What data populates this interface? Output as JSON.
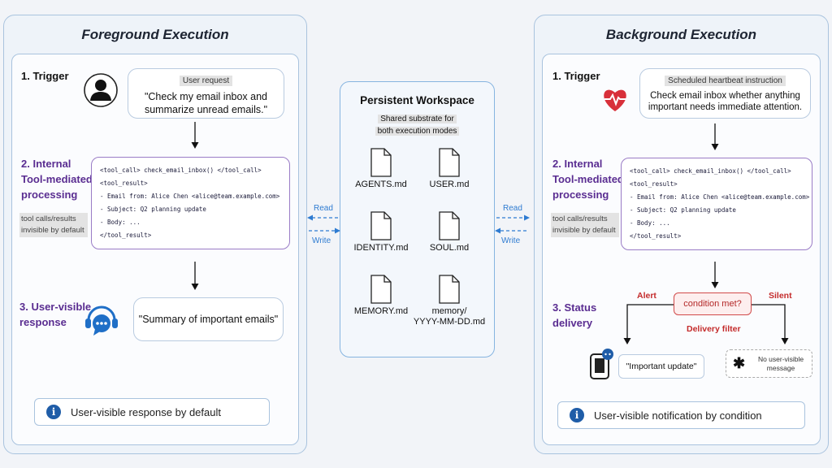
{
  "foreground": {
    "title": "Foreground Execution",
    "trigger": {
      "step": "1. Trigger",
      "tag": "User request",
      "message": "\"Check my email inbox and summarize unread emails.\""
    },
    "processing": {
      "step_lines": [
        "2. Internal",
        "Tool-mediated",
        "processing"
      ],
      "note": "tool calls/results invisible by default",
      "code": [
        "<tool_call> check_email_inbox() </tool_call>",
        "<tool_result>",
        "- Email from: Alice Chen <alice@team.example.com>",
        "- Subject: Q2 planning update",
        "- Body: ...",
        "</tool_result>"
      ]
    },
    "response": {
      "step_lines": [
        "3. User-visible",
        "response"
      ],
      "message": "\"Summary of important emails\""
    },
    "info": "User-visible response by default"
  },
  "workspace": {
    "title": "Persistent Workspace",
    "subtitle_lines": [
      "Shared substrate for",
      "both execution modes"
    ],
    "files": [
      {
        "name": "AGENTS.md"
      },
      {
        "name": "USER.md"
      },
      {
        "name": "IDENTITY.md"
      },
      {
        "name": "SOUL.md"
      },
      {
        "name": "MEMORY.md"
      },
      {
        "name": "memory/\nYYYY-MM-DD.md"
      }
    ],
    "read_label": "Read",
    "write_label": "Write"
  },
  "background": {
    "title": "Background Execution",
    "trigger": {
      "step": "1. Trigger",
      "tag": "Scheduled heartbeat instruction",
      "message": "Check email inbox whether anything important needs immediate attention."
    },
    "processing": {
      "step_lines": [
        "2. Internal",
        "Tool-mediated",
        "processing"
      ],
      "note": "tool calls/results invisible by default",
      "code": [
        "<tool_call> check_email_inbox() </tool_call>",
        "<tool_result>",
        "- Email from: Alice Chen <alice@team.example.com>",
        "- Subject: Q2 planning update",
        "- Body: ...",
        "</tool_result>"
      ]
    },
    "delivery": {
      "step_lines": [
        "3. Status",
        "delivery"
      ],
      "condition": "condition met?",
      "alert_label": "Alert",
      "silent_label": "Silent",
      "filter_label": "Delivery filter",
      "alert_message": "\"Important update\"",
      "silent_message": "No user-visible message"
    },
    "info": "User-visible notification by condition"
  },
  "colors": {
    "accent_blue": "#1f5da8",
    "purple": "#5a2d91",
    "red": "#c42b2b",
    "panel_border": "#a9c3de"
  },
  "icons": [
    "user-icon",
    "heart-pulse-icon",
    "chat-support-icon",
    "phone-notification-icon",
    "asterisk-icon",
    "file-icon",
    "info-icon"
  ]
}
